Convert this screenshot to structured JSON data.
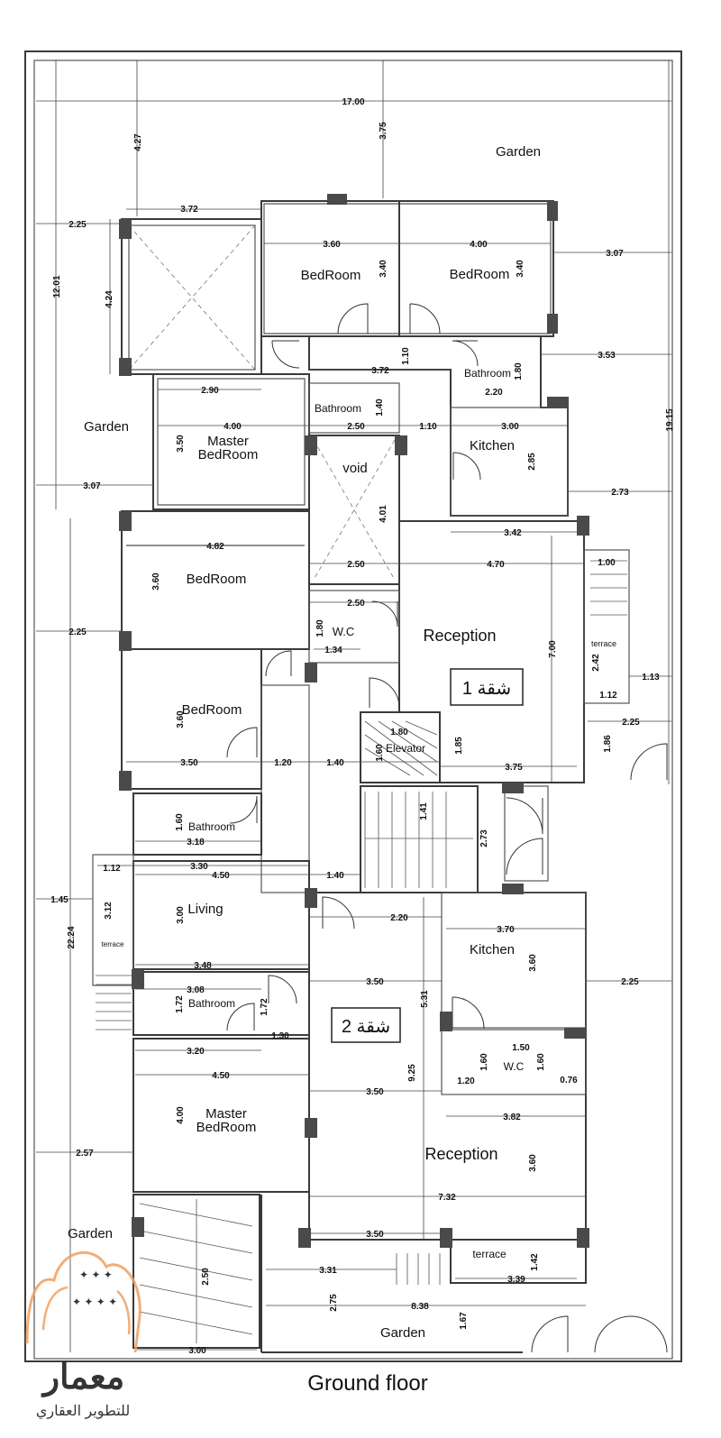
{
  "title": "Ground floor",
  "colors": {
    "wall": "#3a3a3a",
    "column": "#4a4a4a",
    "logo": "#f0a060",
    "logo_secondary": "#5a7fb0"
  },
  "apartments": [
    {
      "label": "شقة 1",
      "name": "apartment-1"
    },
    {
      "label": "شقة 2",
      "name": "apartment-2"
    }
  ],
  "rooms": {
    "garden_top": "Garden",
    "garden_left": "Garden",
    "garden_bottom_left": "Garden",
    "garden_bottom": "Garden",
    "bedroom_1": "BedRoom",
    "bedroom_2": "BedRoom",
    "bathroom_top": "Bathroom",
    "bathroom_mid": "Bathroom",
    "master_line1": "Master",
    "master_line2": "BedRoom",
    "void": "void",
    "kitchen_1": "Kitchen",
    "bedroom_3": "BedRoom",
    "wc_1": "W.C",
    "reception_1": "Reception",
    "terrace_1": "terrace",
    "bedroom_4": "BedRoom",
    "elevator": "Elevator",
    "bathroom_3": "Bathroom",
    "living": "Living",
    "terrace_2": "terrace",
    "kitchen_2": "Kitchen",
    "bathroom_4": "Bathroom",
    "wc_2": "W.C",
    "master2_line1": "Master",
    "master2_line2": "BedRoom",
    "reception_2": "Reception",
    "terrace_3": "terrace"
  },
  "dimensions": {
    "d_1700": "17.00",
    "d_427": "4.27",
    "d_375": "3.75",
    "d_372a": "3.72",
    "d_225a": "2.25",
    "d_424": "4.24",
    "d_1201": "12.01",
    "d_360a": "3.60",
    "d_340a": "3.40",
    "d_400a": "4.00",
    "d_340b": "3.40",
    "d_307a": "3.07",
    "d_353": "3.53",
    "d_110a": "1.10",
    "d_372b": "3.72",
    "d_180a": "1.80",
    "d_220a": "2.20",
    "d_290": "2.90",
    "d_140a": "1.40",
    "d_400b": "4.00",
    "d_250a": "2.50",
    "d_110b": "1.10",
    "d_300a": "3.00",
    "d_1915": "19.15",
    "d_350a": "3.50",
    "d_285": "2.85",
    "d_307b": "3.07",
    "d_273a": "2.73",
    "d_401": "4.01",
    "d_342": "3.42",
    "d_482": "4.82",
    "d_360b": "3.60",
    "d_250b": "2.50",
    "d_470": "4.70",
    "d_100": "1.00",
    "d_250c": "2.50",
    "d_225b": "2.25",
    "d_180b": "1.80",
    "d_134": "1.34",
    "d_700": "7.00",
    "d_242": "2.42",
    "d_113": "1.13",
    "d_112a": "1.12",
    "d_225c": "2.25",
    "d_360c": "3.60",
    "d_180c": "1.80",
    "d_185": "1.85",
    "d_186": "1.86",
    "d_350b": "3.50",
    "d_120a": "1.20",
    "d_140b": "1.40",
    "d_160a": "1.60",
    "d_375b": "3.75",
    "d_160b": "1.60",
    "d_141": "1.41",
    "d_273b": "2.73",
    "d_318": "3.18",
    "d_112b": "1.12",
    "d_330": "3.30",
    "d_450a": "4.50",
    "d_140c": "1.40",
    "d_145": "1.45",
    "d_312": "3.12",
    "d_300b": "3.00",
    "d_220b": "2.20",
    "d_370": "3.70",
    "d_2224": "22.24",
    "d_360d": "3.60",
    "d_348": "3.48",
    "d_225d": "2.25",
    "d_308": "3.08",
    "d_350c": "3.50",
    "d_172a": "1.72",
    "d_172b": "1.72",
    "d_531": "5.31",
    "d_130": "1.30",
    "d_150": "1.50",
    "d_320": "3.20",
    "d_160c": "1.60",
    "d_160d": "1.60",
    "d_925": "9.25",
    "d_120b": "1.20",
    "d_076": "0.76",
    "d_450b": "4.50",
    "d_350d": "3.50",
    "d_400c": "4.00",
    "d_382": "3.82",
    "d_257": "2.57",
    "d_360e": "3.60",
    "d_732": "7.32",
    "d_350e": "3.50",
    "d_250d": "2.50",
    "d_331": "3.31",
    "d_142": "1.42",
    "d_339": "3.39",
    "d_275": "2.75",
    "d_838": "8.38",
    "d_167": "1.67",
    "d_300c": "3.00"
  },
  "logo": {
    "arabic_mark": "معمار",
    "tagline": "للتطوير العقاري"
  }
}
